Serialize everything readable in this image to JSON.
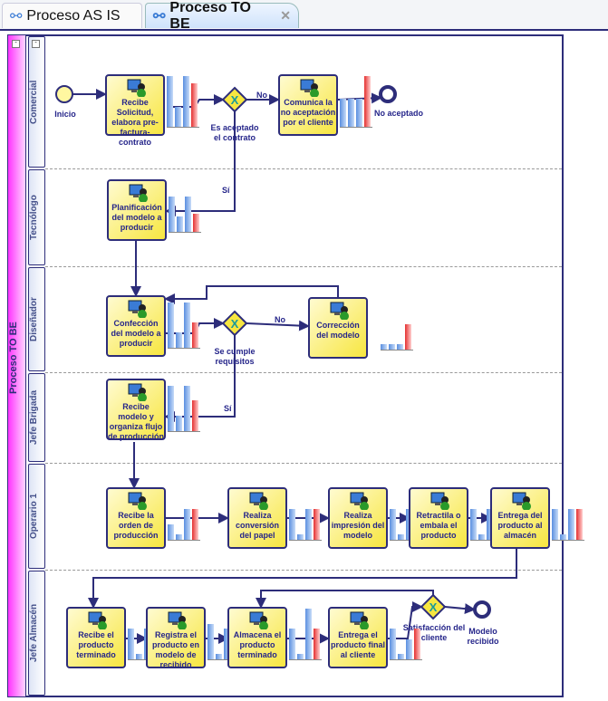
{
  "tabs": [
    {
      "label": "Proceso AS IS",
      "active": false
    },
    {
      "label": "Proceso TO BE",
      "active": true,
      "close_icon": "close-icon"
    }
  ],
  "pool": {
    "label": "Proceso TO BE"
  },
  "lanes": [
    "Comercial",
    "Tecnólogo",
    "Diseñador",
    "Jefe Brigada",
    "Operario 1",
    "Jefe Almacén"
  ],
  "tasks": [
    "Recibe Solicitud, elabora pre-factura-contrato",
    "Comunica la no aceptación por el cliente",
    "Planificación del modelo a producir",
    "Confección del modelo a producir",
    "Corrección del modelo",
    "Recibe modelo y organiza flujo de producción",
    "Recibe la orden de producción",
    "Realiza conversión del papel",
    "Realiza impresión del modelo",
    "Retractila o embala el producto",
    "Entrega del producto al almacén",
    "Recibe el producto terminado",
    "Registra el producto en modelo de recibido",
    "Almacena el producto terminado",
    "Entrega el producto final al cliente"
  ],
  "events": {
    "start": "Inicio",
    "end_rejected": "No aceptado",
    "end_received": "Modelo recibido"
  },
  "gateways": [
    "Es aceptado el contrato",
    "Se cumple requisitos",
    "Satisfacción del cliente"
  ],
  "flow_labels": {
    "no1": "No",
    "si1": "Sí",
    "no2": "No",
    "si2": "Sí"
  },
  "kpi_bars": [
    [
      1,
      0.4,
      1,
      0.85
    ],
    [
      0.55,
      0.55,
      0.55,
      1
    ],
    [
      0.7,
      0.3,
      0.7,
      0.35
    ],
    [
      0.9,
      0.3,
      0.9,
      0.5
    ],
    [
      0.1,
      0.1,
      0.1,
      0.5
    ],
    [
      0.9,
      0.3,
      0.9,
      0.6
    ],
    [
      0.3,
      0.1,
      0.6,
      0.6
    ],
    [
      0.6,
      0.1,
      0.6,
      0.6
    ],
    [
      0.6,
      0.1,
      0.6,
      0.6
    ],
    [
      0.6,
      0.1,
      0.6,
      0.6
    ],
    [
      0.6,
      0.1,
      0.6,
      0.6
    ],
    [
      0.6,
      0.1,
      0.6,
      0.6
    ],
    [
      0.7,
      0.1,
      0.6,
      0.6
    ],
    [
      0.6,
      0.1,
      1,
      0.6
    ],
    [
      0.6,
      0.1,
      0.4,
      0.6
    ]
  ]
}
